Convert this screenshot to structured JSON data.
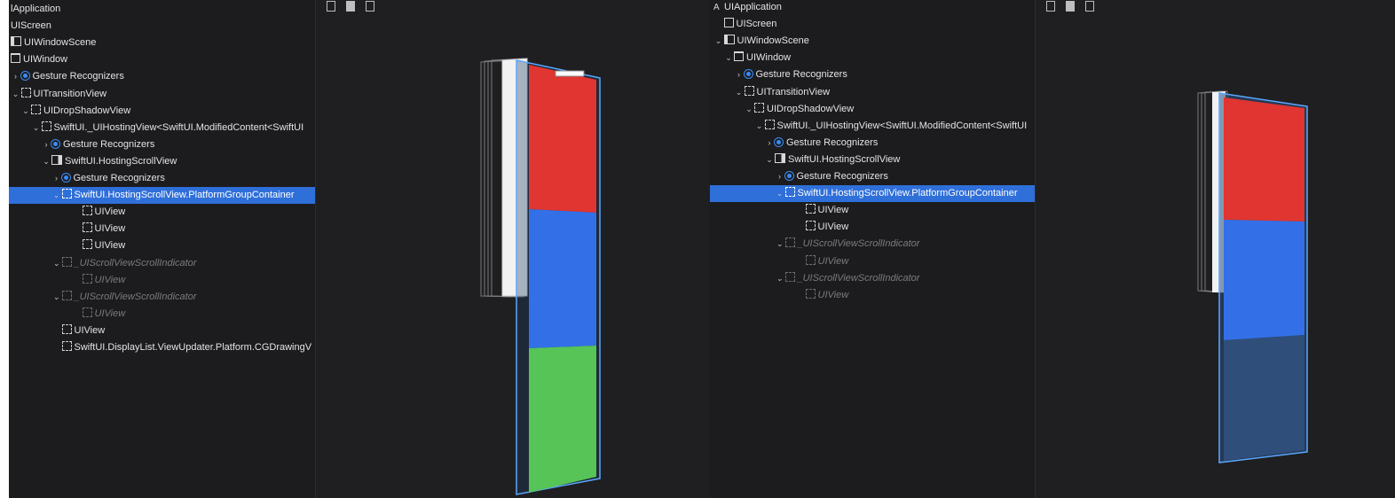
{
  "left": {
    "tree": [
      {
        "label": "lApplication",
        "indent": 0,
        "chev": "",
        "icon": "none",
        "state": "normal"
      },
      {
        "label": "UIScreen",
        "indent": 0,
        "chev": "",
        "icon": "none",
        "state": "normal"
      },
      {
        "label": "UIWindowScene",
        "indent": 0,
        "chev": "",
        "icon": "scene",
        "state": "normal"
      },
      {
        "label": "UIWindow",
        "indent": 0,
        "chev": "⌄",
        "icon": "win",
        "state": "normal"
      },
      {
        "label": "Gesture Recognizers",
        "indent": 1,
        "chev": "›",
        "icon": "gest",
        "state": "normal"
      },
      {
        "label": "UITransitionView",
        "indent": 1,
        "chev": "⌄",
        "icon": "box",
        "state": "normal"
      },
      {
        "label": "UIDropShadowView",
        "indent": 2,
        "chev": "⌄",
        "icon": "box",
        "state": "normal"
      },
      {
        "label": "SwiftUI._UIHostingView<SwiftUI.ModifiedContent<SwiftUI",
        "indent": 3,
        "chev": "⌄",
        "icon": "box",
        "state": "normal"
      },
      {
        "label": "Gesture Recognizers",
        "indent": 4,
        "chev": "›",
        "icon": "gest",
        "state": "normal"
      },
      {
        "label": "SwiftUI.HostingScrollView",
        "indent": 4,
        "chev": "⌄",
        "icon": "hsv",
        "state": "normal"
      },
      {
        "label": "Gesture Recognizers",
        "indent": 5,
        "chev": "›",
        "icon": "gest",
        "state": "normal"
      },
      {
        "label": "SwiftUI.HostingScrollView.PlatformGroupContainer",
        "indent": 5,
        "chev": "⌄",
        "icon": "box",
        "state": "selected"
      },
      {
        "label": "UIView",
        "indent": 7,
        "chev": "",
        "icon": "box",
        "state": "normal"
      },
      {
        "label": "UIView",
        "indent": 7,
        "chev": "",
        "icon": "box",
        "state": "normal"
      },
      {
        "label": "UIView",
        "indent": 7,
        "chev": "",
        "icon": "box",
        "state": "normal"
      },
      {
        "label": "_UIScrollViewScrollIndicator",
        "indent": 5,
        "chev": "⌄",
        "icon": "box",
        "state": "dim"
      },
      {
        "label": "UIView",
        "indent": 7,
        "chev": "",
        "icon": "box",
        "state": "dim"
      },
      {
        "label": "_UIScrollViewScrollIndicator",
        "indent": 5,
        "chev": "⌄",
        "icon": "box",
        "state": "dim"
      },
      {
        "label": "UIView",
        "indent": 7,
        "chev": "",
        "icon": "box",
        "state": "dim"
      },
      {
        "label": "UIView",
        "indent": 5,
        "chev": "",
        "icon": "box",
        "state": "normal"
      },
      {
        "label": "SwiftUI.DisplayList.ViewUpdater.Platform.CGDrawingV",
        "indent": 5,
        "chev": "",
        "icon": "box",
        "state": "normal"
      }
    ]
  },
  "right": {
    "tree": [
      {
        "label": "UIApplication",
        "indent": 0,
        "chev": "",
        "icon": "app",
        "state": "normal"
      },
      {
        "label": "UIScreen",
        "indent": 1,
        "chev": "",
        "icon": "scr",
        "state": "normal"
      },
      {
        "label": "UIWindowScene",
        "indent": 1,
        "chev": "⌄",
        "icon": "scene",
        "state": "normal"
      },
      {
        "label": "UIWindow",
        "indent": 2,
        "chev": "⌄",
        "icon": "win",
        "state": "normal"
      },
      {
        "label": "Gesture Recognizers",
        "indent": 3,
        "chev": "›",
        "icon": "gest",
        "state": "normal"
      },
      {
        "label": "UITransitionView",
        "indent": 3,
        "chev": "⌄",
        "icon": "box",
        "state": "normal"
      },
      {
        "label": "UIDropShadowView",
        "indent": 4,
        "chev": "⌄",
        "icon": "box",
        "state": "normal"
      },
      {
        "label": "SwiftUI._UIHostingView<SwiftUI.ModifiedContent<SwiftUI",
        "indent": 5,
        "chev": "⌄",
        "icon": "box",
        "state": "normal"
      },
      {
        "label": "Gesture Recognizers",
        "indent": 6,
        "chev": "›",
        "icon": "gest",
        "state": "normal"
      },
      {
        "label": "SwiftUI.HostingScrollView",
        "indent": 6,
        "chev": "⌄",
        "icon": "hsv",
        "state": "normal"
      },
      {
        "label": "Gesture Recognizers",
        "indent": 7,
        "chev": "›",
        "icon": "gest",
        "state": "normal"
      },
      {
        "label": "SwiftUI.HostingScrollView.PlatformGroupContainer",
        "indent": 7,
        "chev": "⌄",
        "icon": "box",
        "state": "selected"
      },
      {
        "label": "UIView",
        "indent": 9,
        "chev": "",
        "icon": "box",
        "state": "normal"
      },
      {
        "label": "UIView",
        "indent": 9,
        "chev": "",
        "icon": "box",
        "state": "normal"
      },
      {
        "label": "_UIScrollViewScrollIndicator",
        "indent": 7,
        "chev": "⌄",
        "icon": "box",
        "state": "dim"
      },
      {
        "label": "UIView",
        "indent": 9,
        "chev": "",
        "icon": "box",
        "state": "dim"
      },
      {
        "label": "_UIScrollViewScrollIndicator",
        "indent": 7,
        "chev": "⌄",
        "icon": "box",
        "state": "dim"
      },
      {
        "label": "UIView",
        "indent": 9,
        "chev": "",
        "icon": "box",
        "state": "dim"
      }
    ]
  },
  "colors": {
    "selection": "#2f6fd9",
    "red_view": "#e03530",
    "blue_view": "#3370e8",
    "green_view": "#57c457",
    "faded_blue_view": "#2f4f7a",
    "outline": "#5aa8ff"
  },
  "icons": [
    "chevron-right-icon",
    "chevron-down-icon",
    "view-box-icon",
    "window-icon",
    "window-scene-icon",
    "screen-icon",
    "scroll-view-icon",
    "gesture-icon",
    "application-icon"
  ]
}
